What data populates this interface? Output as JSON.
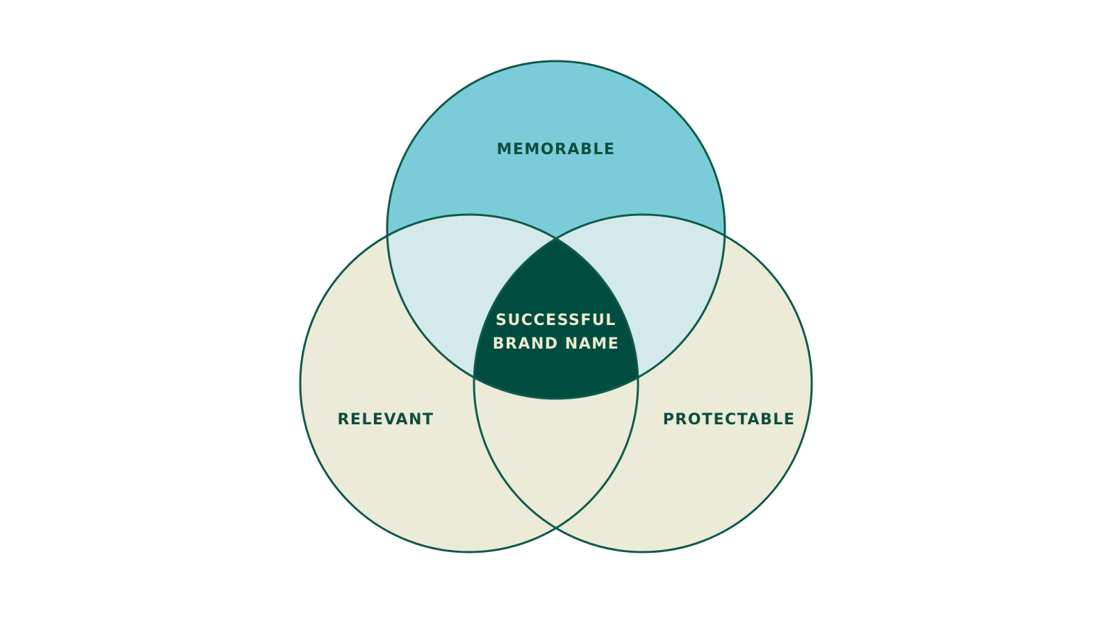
{
  "diagram": {
    "sets": {
      "top": {
        "label": "MEMORABLE"
      },
      "left": {
        "label": "RELEVANT"
      },
      "right": {
        "label": "PROTECTABLE"
      }
    },
    "center": {
      "line1": "SUCCESSFUL",
      "line2": "BRAND NAME"
    }
  },
  "colors": {
    "background": "#ffffff",
    "outline": "#0f5a4a",
    "top_circle": "#7acdd8",
    "top_overlap": "#d3e9ea",
    "bottom_circles": "#ebebd8",
    "center_region": "#004d40",
    "label_text": "#0f4d40",
    "center_text": "#ebebd0"
  }
}
